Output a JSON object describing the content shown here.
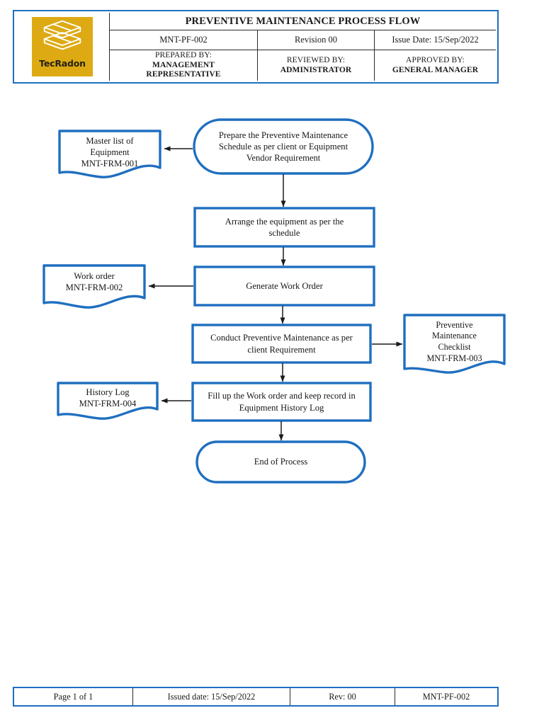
{
  "header": {
    "logo": {
      "name": "tecradon-logo",
      "wordmark": "TecRadon",
      "color": "#DDAA14"
    },
    "title": "PREVENTIVE MAINTENANCE PROCESS FLOW",
    "doc_code": "MNT-PF-002",
    "revision": "Revision 00",
    "issue_date": "Issue Date: 15/Sep/2022",
    "prepared_by_label": "PREPARED BY:",
    "prepared_by_value_line1": "MANAGEMENT",
    "prepared_by_value_line2": "REPRESENTATIVE",
    "reviewed_by_label": "REVIEWED BY:",
    "reviewed_by_value": "ADMINISTRATOR",
    "approved_by_label": "APPROVED BY:",
    "approved_by_value": "GENERAL MANAGER"
  },
  "flow": {
    "accent_color": "#1F6FC0",
    "arrow_color": "#1a1a1a",
    "nodes": [
      {
        "id": "start",
        "shape": "terminator",
        "text": "Prepare the Preventive Maintenance Schedule as per client or Equipment Vendor Requirement"
      },
      {
        "id": "doc-master-list",
        "shape": "document",
        "text": "Master list of Equipment MNT-FRM-001"
      },
      {
        "id": "arrange-equipment",
        "shape": "process",
        "text": "Arrange the equipment as per the schedule"
      },
      {
        "id": "generate-work-order",
        "shape": "process",
        "text": "Generate Work Order"
      },
      {
        "id": "doc-work-order",
        "shape": "document",
        "text": "Work order MNT-FRM-002"
      },
      {
        "id": "conduct-maintenance",
        "shape": "process",
        "text": "Conduct Preventive Maintenance as per client Requirement"
      },
      {
        "id": "doc-checklist",
        "shape": "document",
        "text": "Preventive Maintenance Checklist MNT-FRM-003"
      },
      {
        "id": "fill-work-order",
        "shape": "process",
        "text": "Fill up the Work order and keep record in Equipment History Log"
      },
      {
        "id": "doc-history-log",
        "shape": "document",
        "text": "History Log MNT-FRM-004"
      },
      {
        "id": "end",
        "shape": "terminator",
        "text": "End of Process"
      }
    ],
    "labels": {
      "start_l1": "Prepare the Preventive Maintenance",
      "start_l2": "Schedule as per client or Equipment",
      "start_l3": "Vendor Requirement",
      "master_l1": "Master list of",
      "master_l2": "Equipment",
      "master_l3": "MNT-FRM-001",
      "arrange_l1": "Arrange the equipment as per the",
      "arrange_l2": "schedule",
      "generate_l1": "Generate Work Order",
      "workorder_l1": "Work order",
      "workorder_l2": "MNT-FRM-002",
      "conduct_l1": "Conduct Preventive Maintenance as per",
      "conduct_l2": "client Requirement",
      "checklist_l1": "Preventive",
      "checklist_l2": "Maintenance",
      "checklist_l3": "Checklist",
      "checklist_l4": "MNT-FRM-003",
      "fillup_l1": "Fill up the Work order and keep record in",
      "fillup_l2": "Equipment History Log",
      "history_l1": "History Log",
      "history_l2": "MNT-FRM-004",
      "end_l1": "End of Process"
    }
  },
  "footer": {
    "page": "Page 1 of 1",
    "issued_date": "Issued date: 15/Sep/2022",
    "rev": "Rev: 00",
    "doc_code": "MNT-PF-002"
  }
}
